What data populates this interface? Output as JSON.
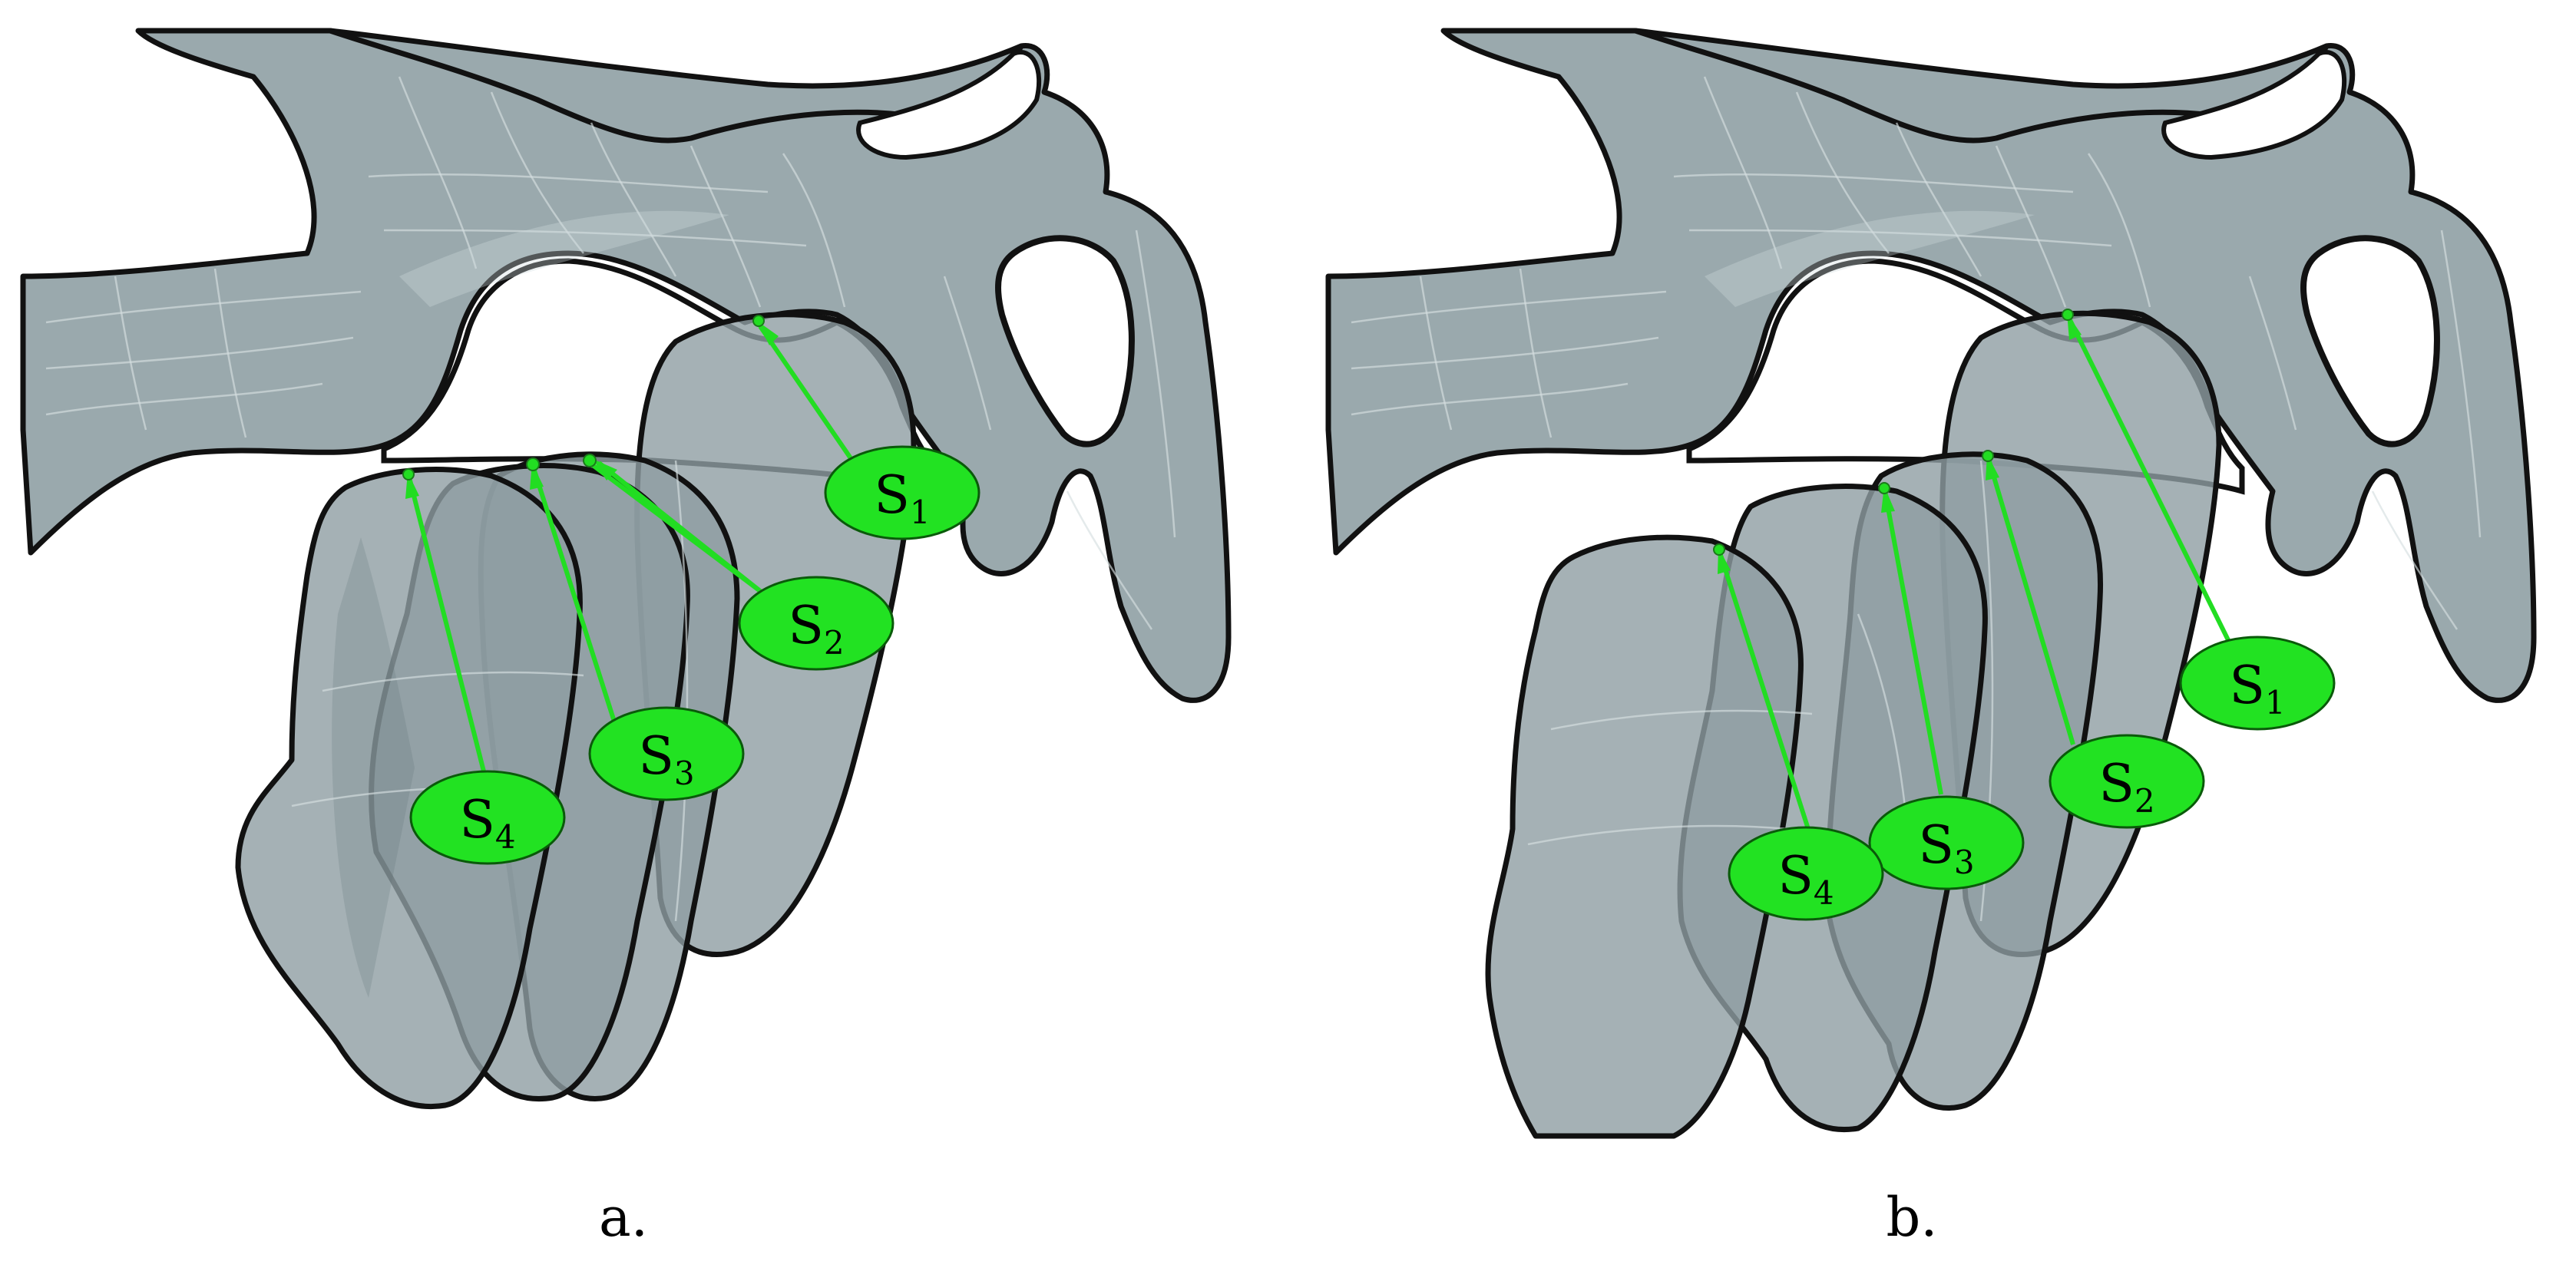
{
  "panels": [
    {
      "id": "a",
      "caption": "a.",
      "labels": [
        {
          "base": "S",
          "sub": "1"
        },
        {
          "base": "S",
          "sub": "2"
        },
        {
          "base": "S",
          "sub": "3"
        },
        {
          "base": "S",
          "sub": "4"
        }
      ]
    },
    {
      "id": "b",
      "caption": "b.",
      "labels": [
        {
          "base": "S",
          "sub": "1"
        },
        {
          "base": "S",
          "sub": "2"
        },
        {
          "base": "S",
          "sub": "3"
        },
        {
          "base": "S",
          "sub": "4"
        }
      ]
    }
  ],
  "colors": {
    "bone": "#9aa9ad",
    "outline": "#111111",
    "label_fill": "#22e222",
    "arrow": "#22dd22"
  }
}
